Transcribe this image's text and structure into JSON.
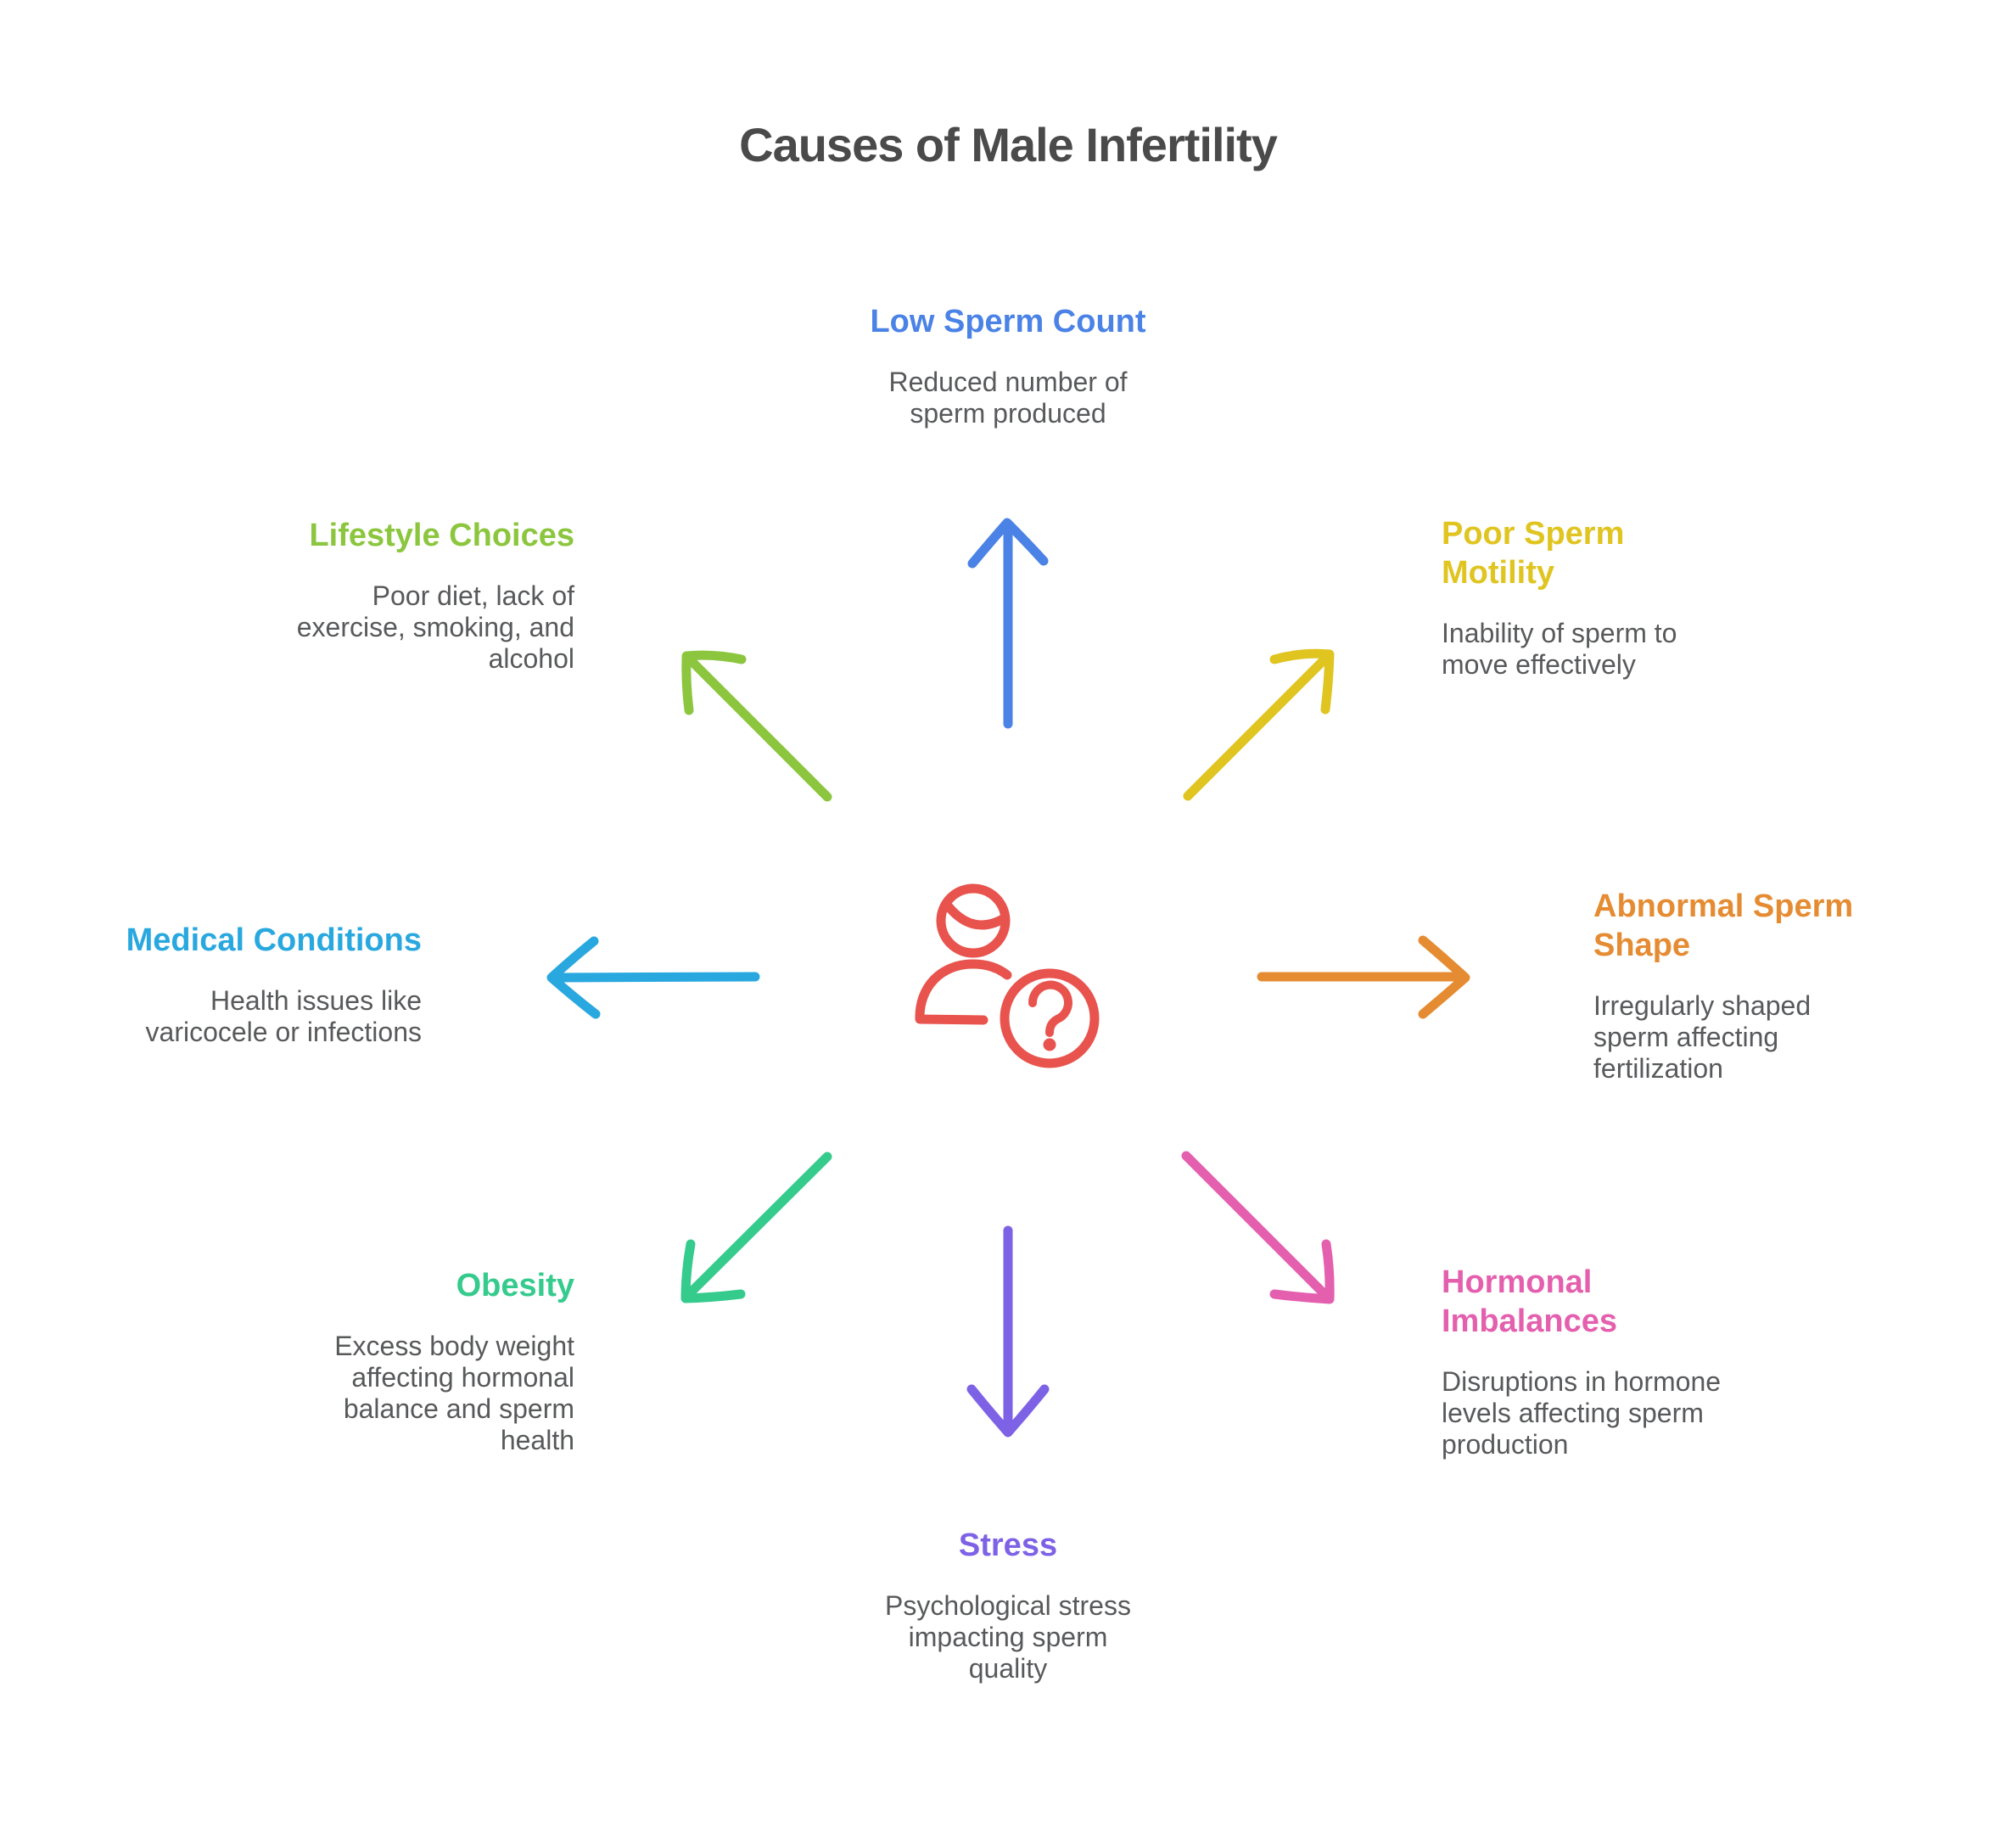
{
  "page": {
    "title": "Causes of Male Infertility",
    "title_color": "#4a4a4a",
    "background": "#ffffff",
    "body_text_color": "#58595b"
  },
  "center_icon": {
    "name": "person-question-icon",
    "color": "#e8534e"
  },
  "nodes": [
    {
      "id": "low-sperm-count",
      "title": "Low Sperm Count",
      "description": "Reduced number of sperm produced",
      "color": "#4a82e6",
      "position": "top",
      "arrow_direction": "up"
    },
    {
      "id": "poor-sperm-motility",
      "title": "Poor Sperm Motility",
      "description": "Inability of sperm to move effectively",
      "color": "#e0c420",
      "position": "top-right",
      "arrow_direction": "up-right"
    },
    {
      "id": "abnormal-sperm-shape",
      "title": "Abnormal Sperm Shape",
      "description": "Irregularly shaped sperm affecting fertilization",
      "color": "#e58c33",
      "position": "right",
      "arrow_direction": "right"
    },
    {
      "id": "hormonal-imbalances",
      "title": "Hormonal Imbalances",
      "description": "Disruptions in hormone levels affecting sperm production",
      "color": "#e460ae",
      "position": "bottom-right",
      "arrow_direction": "down-right"
    },
    {
      "id": "stress",
      "title": "Stress",
      "description": "Psychological stress impacting sperm quality",
      "color": "#7e62e6",
      "position": "bottom",
      "arrow_direction": "down"
    },
    {
      "id": "obesity",
      "title": "Obesity",
      "description": "Excess body weight affecting hormonal balance and sperm health",
      "color": "#35cb8d",
      "position": "bottom-left",
      "arrow_direction": "down-left"
    },
    {
      "id": "medical-conditions",
      "title": "Medical Conditions",
      "description": "Health issues like varicocele or infections",
      "color": "#29a8df",
      "position": "left",
      "arrow_direction": "left"
    },
    {
      "id": "lifestyle-choices",
      "title": "Lifestyle Choices",
      "description": "Poor diet, lack of exercise, smoking, and alcohol",
      "color": "#8cc63f",
      "position": "top-left",
      "arrow_direction": "up-left"
    }
  ]
}
